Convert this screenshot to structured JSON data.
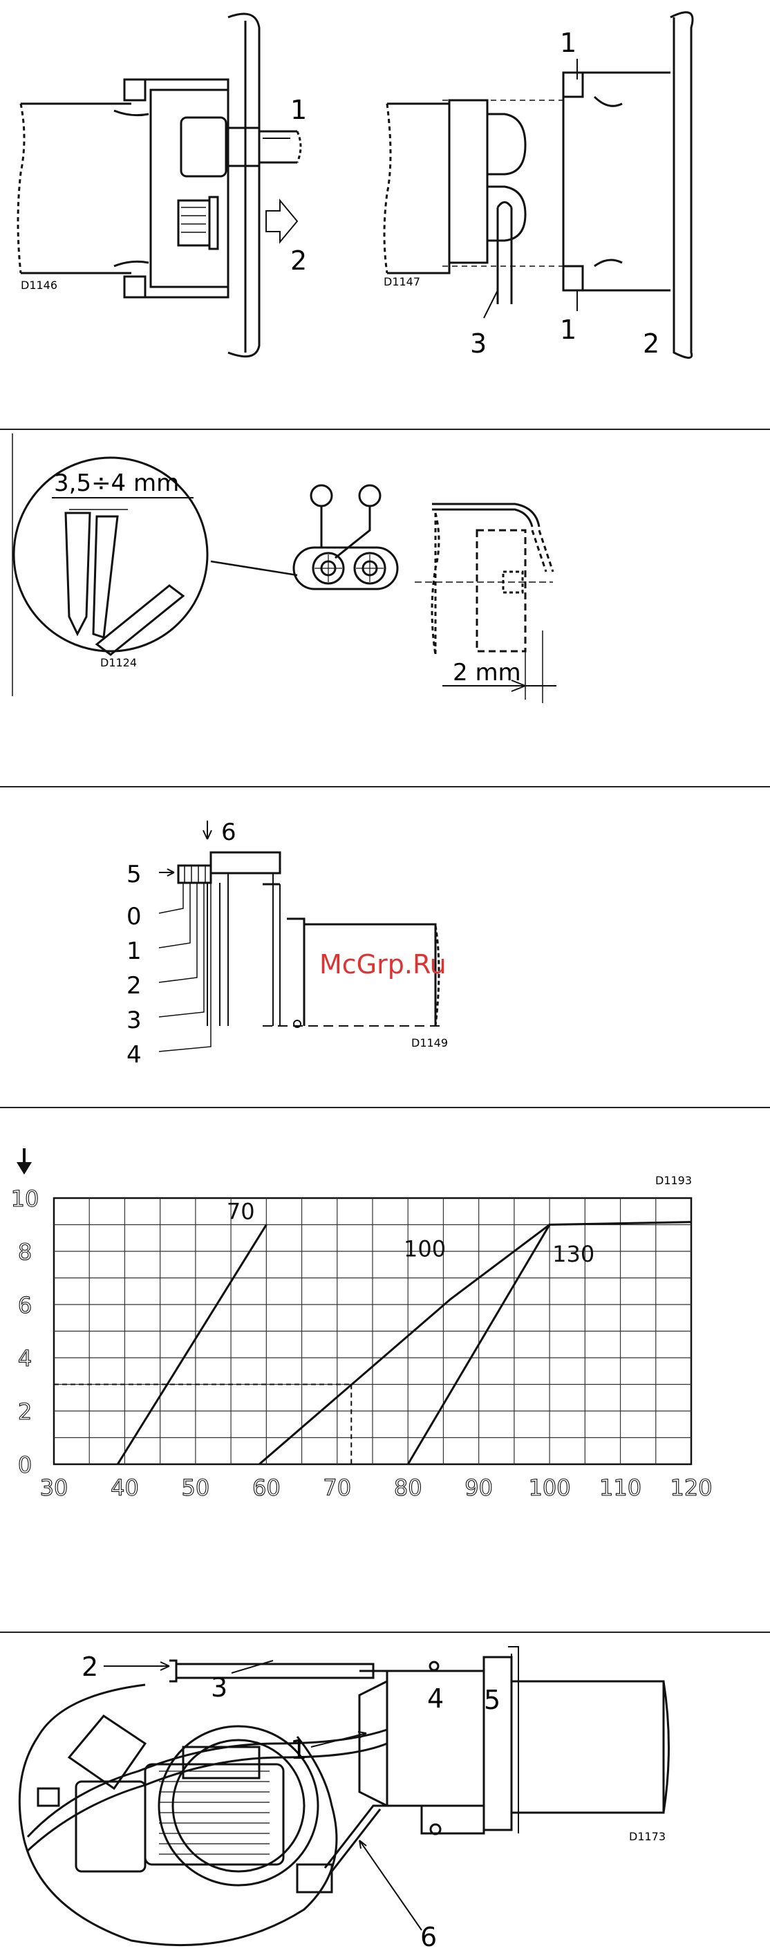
{
  "fig1": {
    "code_left": "D1146",
    "code_right": "D1147",
    "left_callouts": [
      "1",
      "2"
    ],
    "right_callouts": [
      "1",
      "1",
      "2",
      "3"
    ]
  },
  "fig2": {
    "code": "D1124",
    "gap_dimension": "3,5÷4   mm",
    "offset_dimension": "2   mm"
  },
  "fig3": {
    "code": "D1149",
    "arrow_label": "6",
    "scale_labels": [
      "5",
      "0",
      "1",
      "2",
      "3",
      "4"
    ],
    "watermark": "McGrp.Ru"
  },
  "chart_data": {
    "type": "line",
    "code": "D1193",
    "y_indicator": "arrow-down-icon",
    "x_ticks": [
      "30",
      "40",
      "50",
      "60",
      "70",
      "80",
      "90",
      "100",
      "110",
      "120"
    ],
    "y_ticks": [
      "0",
      "2",
      "4",
      "6",
      "8",
      "10"
    ],
    "xlim": [
      30,
      120
    ],
    "ylim": [
      0,
      10
    ],
    "grid": true,
    "series": [
      {
        "name": "70",
        "points": [
          [
            39,
            0
          ],
          [
            60,
            9
          ]
        ]
      },
      {
        "name": "100",
        "points": [
          [
            59,
            0
          ],
          [
            86,
            6.2
          ],
          [
            100,
            9
          ]
        ]
      },
      {
        "name": "130",
        "points": [
          [
            80,
            0
          ],
          [
            100,
            9
          ],
          [
            120,
            9.1
          ]
        ]
      }
    ],
    "reference_point": [
      72,
      3
    ]
  },
  "fig5": {
    "code": "D1173",
    "callouts": [
      "1",
      "2",
      "3",
      "4",
      "5",
      "6"
    ]
  }
}
